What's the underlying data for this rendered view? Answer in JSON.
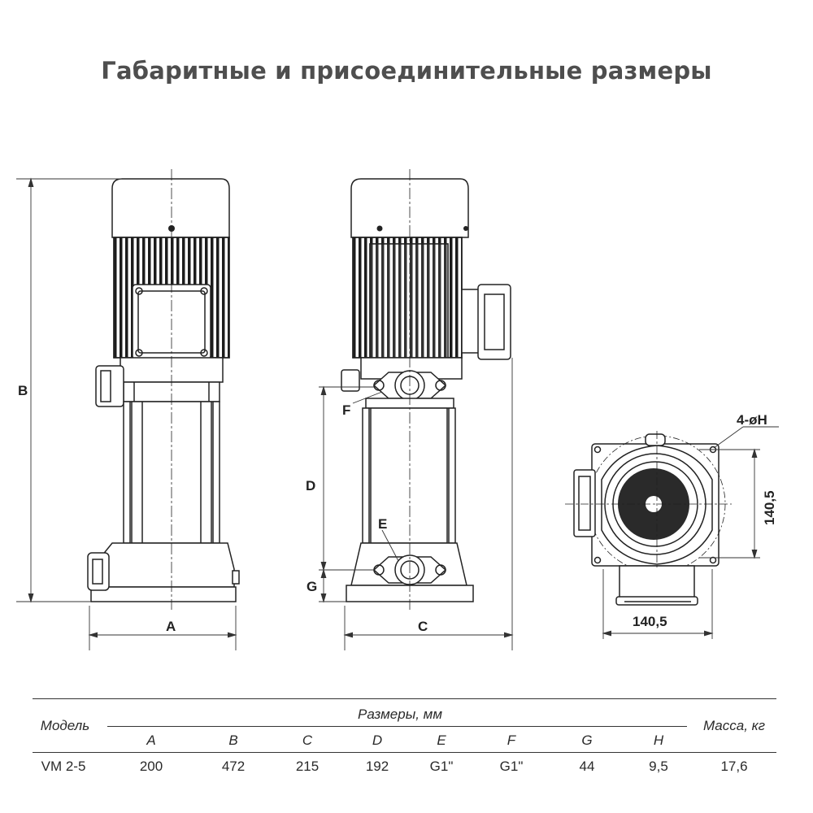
{
  "title": "Габаритные и присоединительные размеры",
  "dimension_labels": {
    "A": "A",
    "B": "B",
    "C": "C",
    "D": "D",
    "E": "E",
    "F": "F",
    "G": "G",
    "holes": "4-øH",
    "base_width": "140,5",
    "base_depth": "140,5"
  },
  "spec_table": {
    "model_header": "Модель",
    "dimensions_header": "Размеры, мм",
    "mass_header": "Масса, кг",
    "columns": [
      "A",
      "B",
      "C",
      "D",
      "E",
      "F",
      "G",
      "H"
    ],
    "row": {
      "model": "VM 2-5",
      "values": [
        "200",
        "472",
        "215",
        "192",
        "G1\"",
        "G1\"",
        "44",
        "9,5"
      ],
      "mass": "17,6"
    }
  }
}
